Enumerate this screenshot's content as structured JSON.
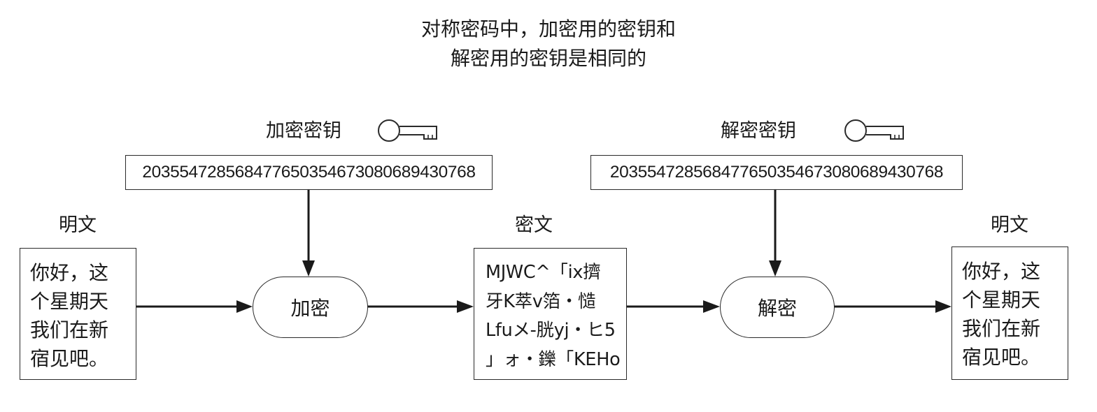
{
  "title": {
    "line1": "对称密码中，加密用的密钥和",
    "line2": "解密用的密钥是相同的"
  },
  "encryption": {
    "key_label": "加密密钥",
    "key_value": "20355472856847765035467308068943076​8",
    "process_label": "加密",
    "key_icon": "key-icon"
  },
  "decryption": {
    "key_label": "解密密钥",
    "key_value": "203554728568477650354673080689430768",
    "process_label": "解密",
    "key_icon": "key-icon"
  },
  "plaintext_in": {
    "label": "明文",
    "text": "你好，这\n个星期天\n我们在新\n宿见吧。"
  },
  "ciphertext": {
    "label": "密文",
    "text": "MJWC^「ix擠\n牙K萃v箔・慥\nLfuメ-胱yj・ヒ5\n」ォ・鑠「KEHo"
  },
  "plaintext_out": {
    "label": "明文",
    "text": "你好，这\n个星期天\n我们在新\n宿见吧。"
  }
}
